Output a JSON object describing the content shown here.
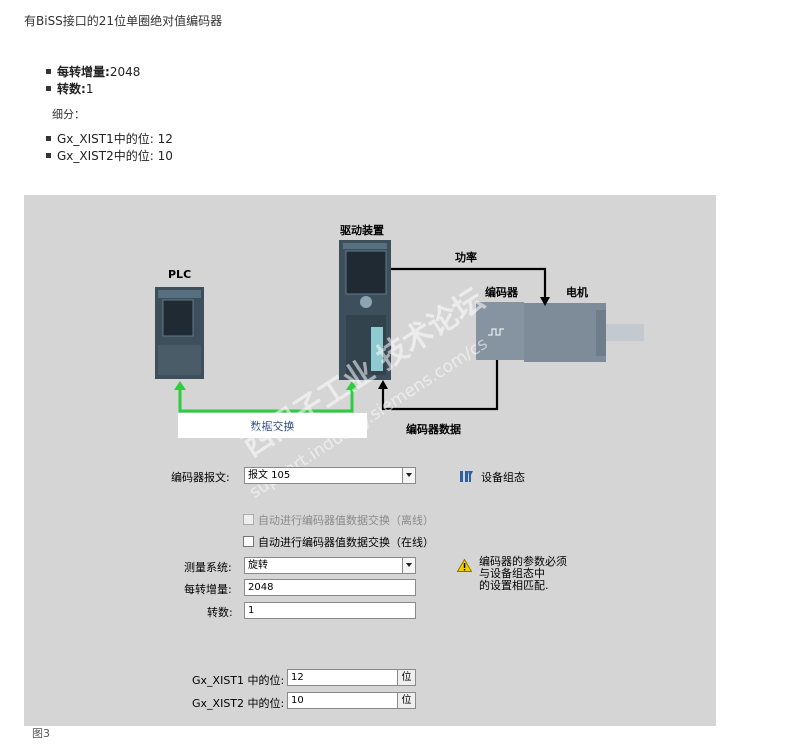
{
  "heading": "有BiSS接口的21位单圈绝对值编码器",
  "bullets": [
    {
      "label": "每转增量:",
      "value": "2048"
    },
    {
      "label": "转数:",
      "value": "1"
    }
  ],
  "subdivision_label": "细分：",
  "bits": [
    {
      "label": "Gx_XIST1中的位:",
      "value": "12"
    },
    {
      "label": "Gx_XIST2中的位:",
      "value": "10"
    }
  ],
  "diagram": {
    "plc": "PLC",
    "drive": "驱动装置",
    "power": "功率",
    "encoder": "编码器",
    "motor": "电机",
    "encoder_data": "编码器数据",
    "data_exchange": "数据交换",
    "colors": {
      "panel": "#d5d5d5",
      "exchange_line": "#2ecc40",
      "device": "#3e4f5c"
    }
  },
  "watermark": {
    "cn": "西门子工业 技术论坛",
    "url": "support.industry.siemens.com/cs"
  },
  "form": {
    "telegram_label": "编码器报文:",
    "telegram_value": "报文 105",
    "device_config": "设备组态",
    "auto_offline": "自动进行编码器值数据交换（离线）",
    "auto_online": "自动进行编码器值数据交换（在线）",
    "measure_label": "测量系统:",
    "measure_value": "旋转",
    "increments_label": "每转增量:",
    "increments_value": "2048",
    "revolutions_label": "转数:",
    "revolutions_value": "1",
    "warning": [
      "编码器的参数必须",
      "与设备组态中",
      "的设置相匹配."
    ],
    "xist1_label": "Gx_XIST1 中的位:",
    "xist1_value": "12",
    "xist2_label": "Gx_XIST2 中的位:",
    "xist2_value": "10",
    "unit": "位"
  },
  "caption": "图3"
}
